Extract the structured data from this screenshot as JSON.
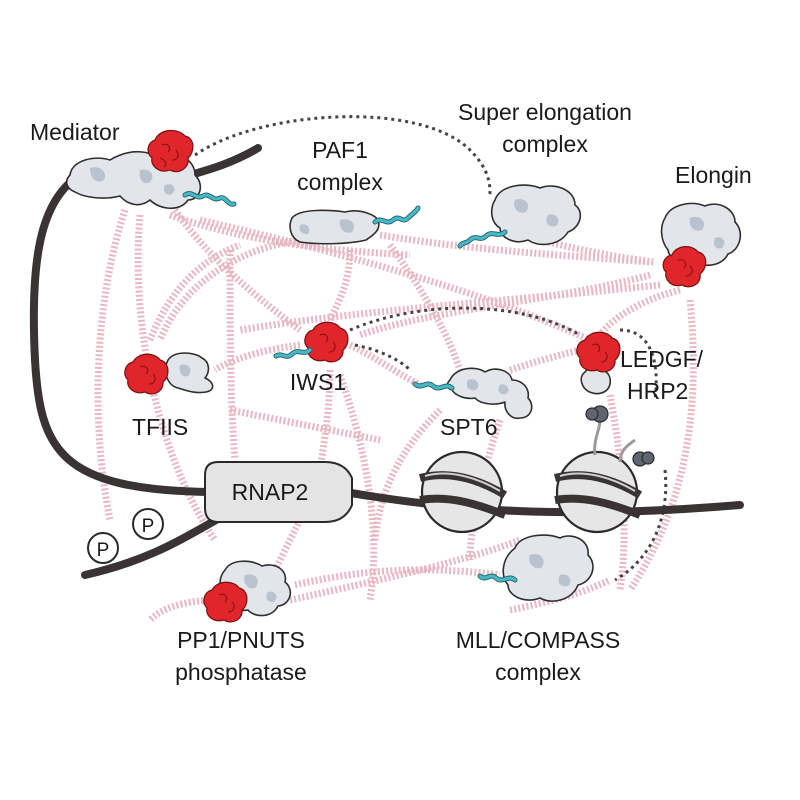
{
  "labels": {
    "mediator": "Mediator",
    "paf1_line1": "PAF1",
    "paf1_line2": "complex",
    "sec_line1": "Super elongation",
    "sec_line2": "complex",
    "elongin": "Elongin",
    "iws1": "IWS1",
    "tfiis": "TFIIS",
    "spt6": "SPT6",
    "ledgf_line1": "LEDGF/",
    "ledgf_line2": "HRP2",
    "rnap2": "RNAP2",
    "phospho_1": "P",
    "phospho_2": "P",
    "pp1_line1": "PP1/PNUTS",
    "pp1_line2": "phosphatase",
    "mll_line1": "MLL/COMPASS",
    "mll_line2": "complex"
  },
  "colors": {
    "interaction_link": "#e9b7c4",
    "proximity_link": "#4a4242",
    "protein_body": "#e2e5ea",
    "interaction_domain": "#e0262a",
    "disordered_tail": "#49b8c6",
    "dna": "#3a3333",
    "nucleosome": "#e6e6e6"
  }
}
